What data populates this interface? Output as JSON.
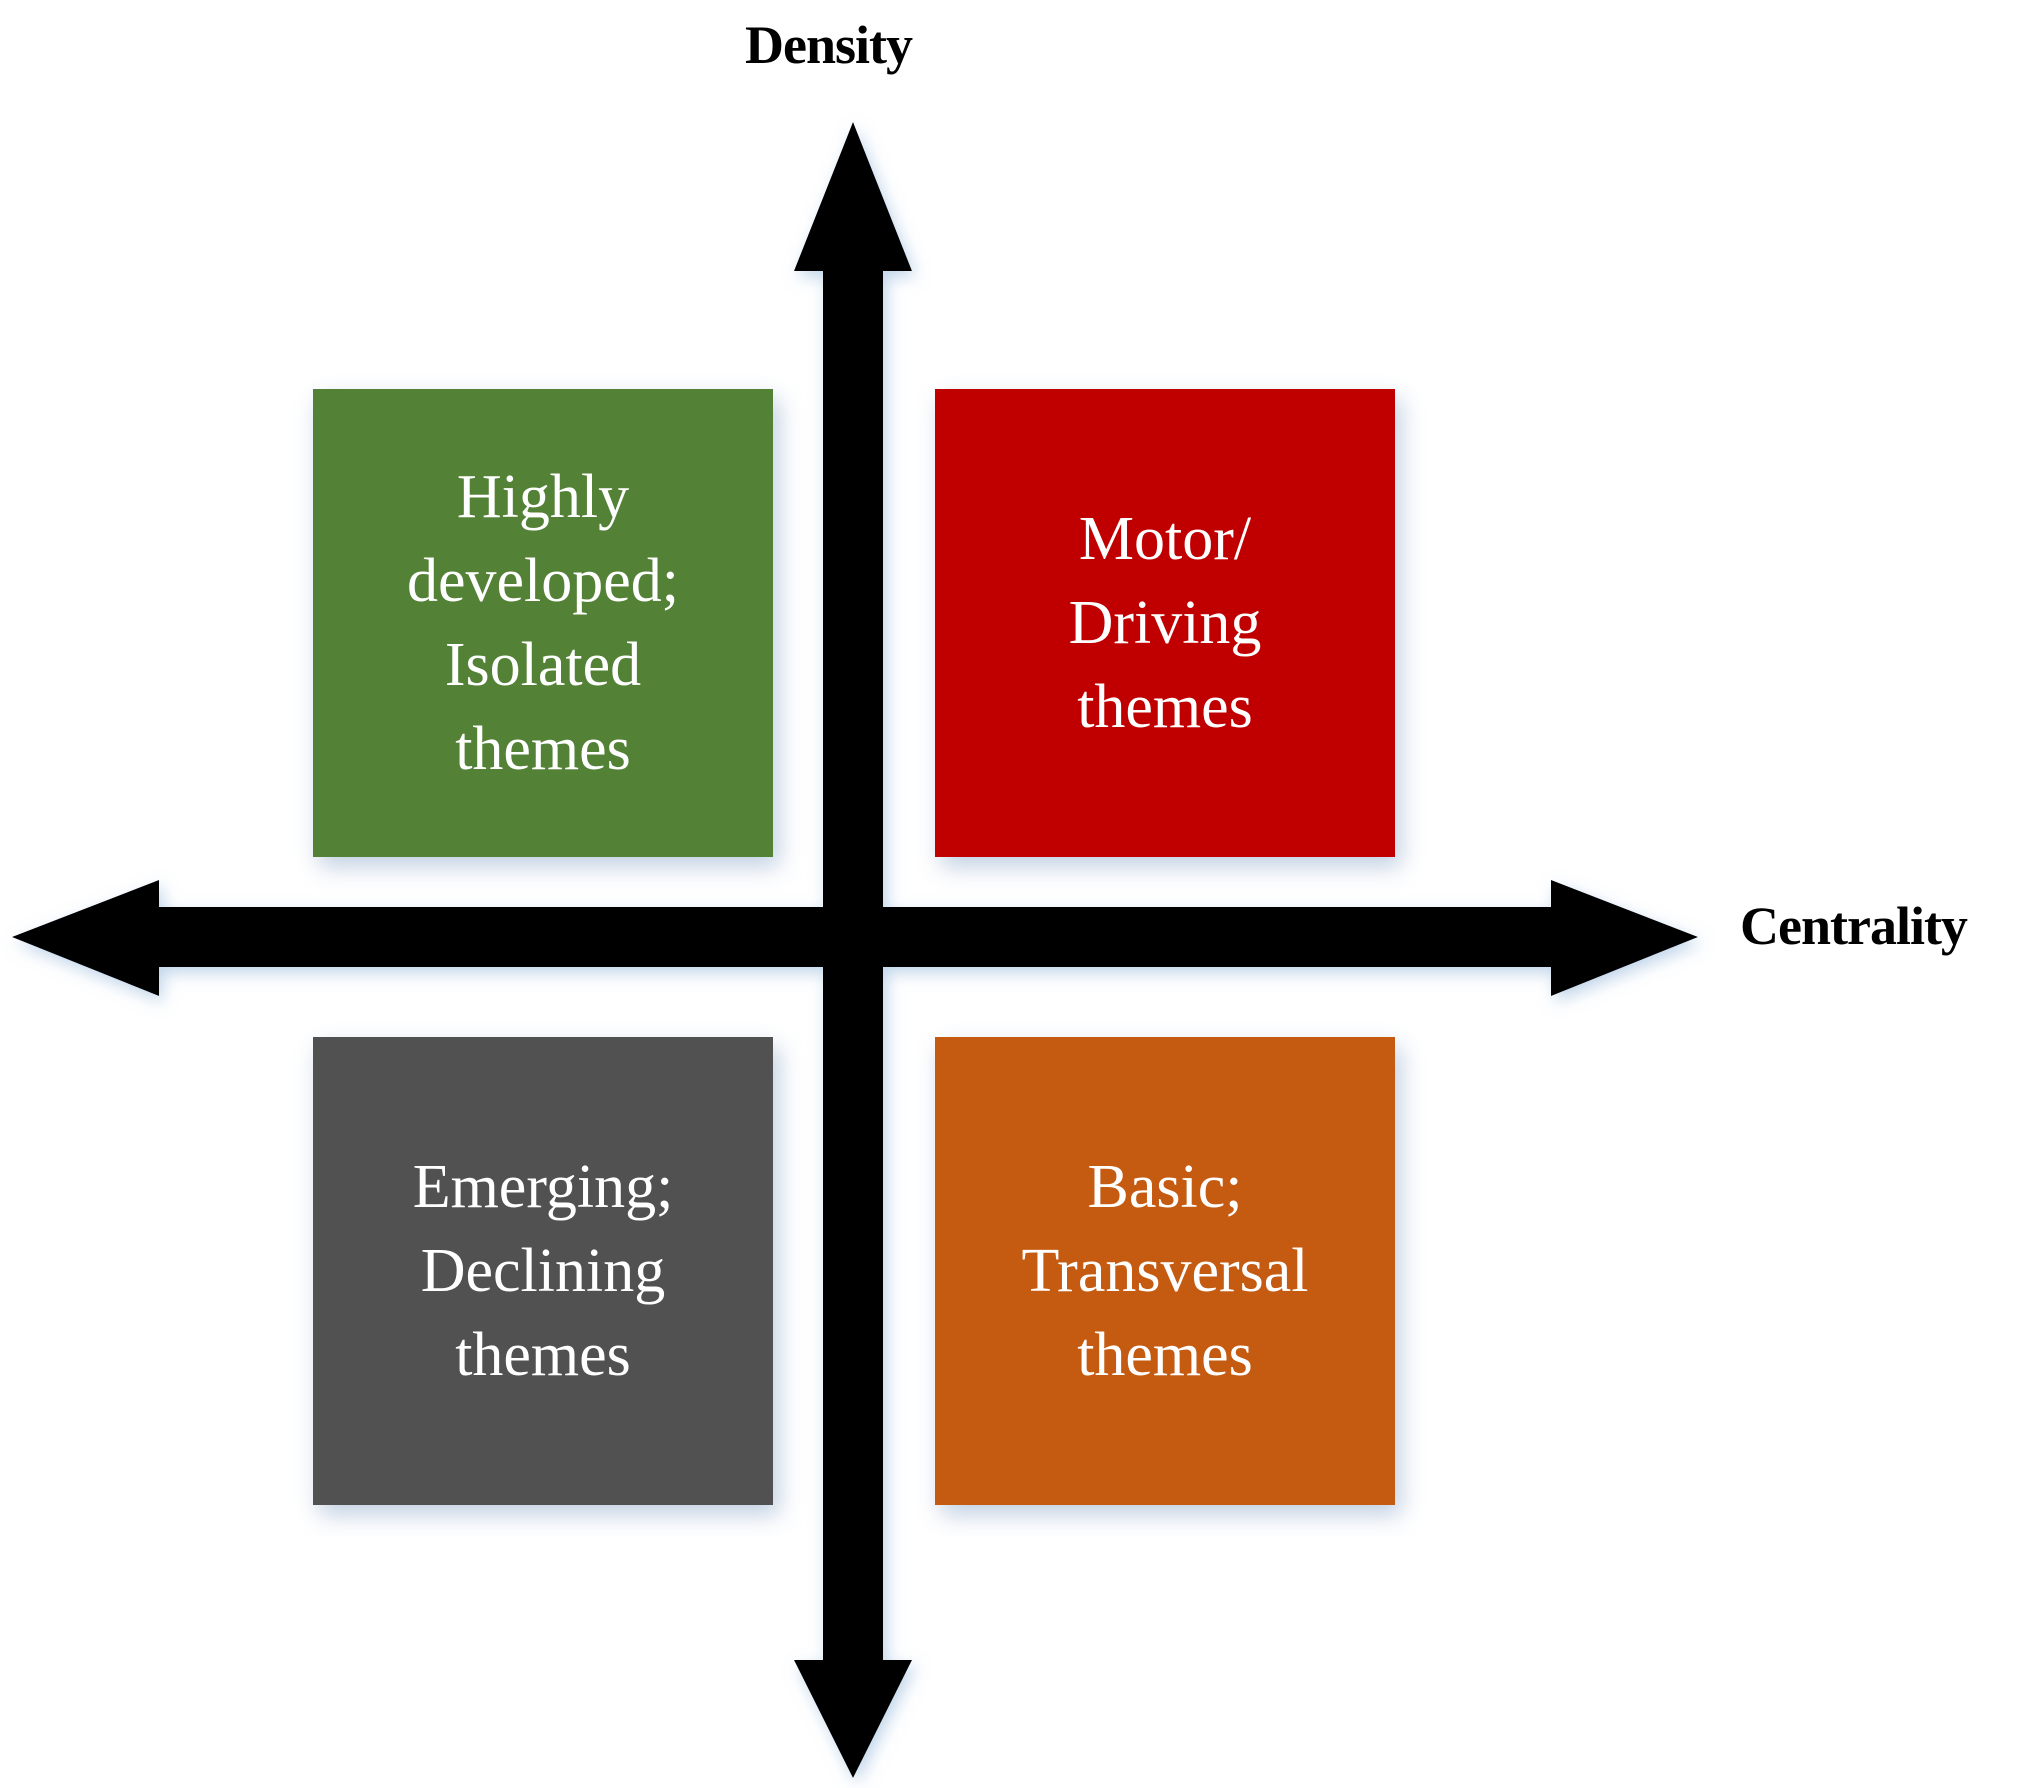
{
  "axes": {
    "vertical_label": "Density",
    "horizontal_label": "Centrality"
  },
  "quadrants": [
    {
      "id": "top-left",
      "lines": [
        "Highly",
        "developed;",
        "Isolated",
        "themes"
      ],
      "color": "#538135"
    },
    {
      "id": "top-right",
      "lines": [
        "Motor/",
        "Driving",
        "themes"
      ],
      "color": "#C00000"
    },
    {
      "id": "bottom-left",
      "lines": [
        "Emerging;",
        "Declining",
        "themes"
      ],
      "color": "#515151"
    },
    {
      "id": "bottom-right",
      "lines": [
        "Basic;",
        "Transversal",
        "themes"
      ],
      "color": "#C55A11"
    }
  ],
  "arrow_color": "#000000"
}
